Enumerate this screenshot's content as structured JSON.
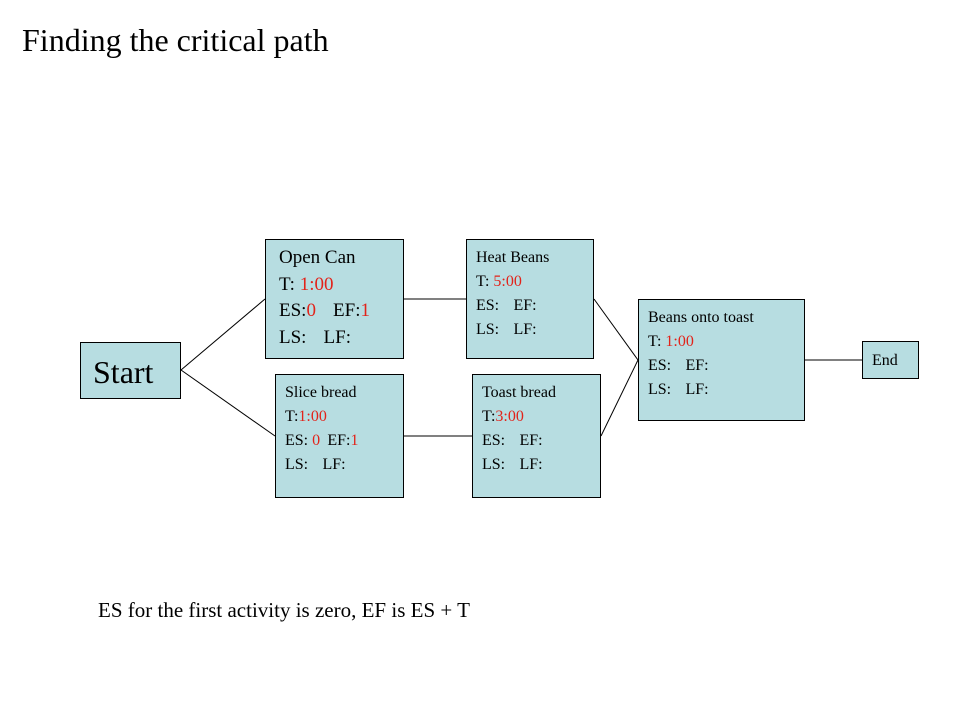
{
  "title": "Finding the critical path",
  "note": "ES for the first activity is zero, EF is ES + T",
  "nodes": {
    "start": {
      "label": "Start"
    },
    "open_can": {
      "name": "Open Can",
      "t_label": "T: ",
      "t_value": "1:00",
      "es_label": "ES:",
      "es_value": "0",
      "ef_label": "EF:",
      "ef_value": "1",
      "ls_label": "LS:",
      "lf_label": "LF:"
    },
    "slice_bread": {
      "name": "Slice bread",
      "t_label": "T:",
      "t_value": "1:00",
      "es_label": "ES: ",
      "es_value": "0",
      "ef_label": "EF:",
      "ef_value": "1",
      "ls_label": "LS:",
      "lf_label": "LF:"
    },
    "heat_beans": {
      "name": "Heat Beans",
      "t_label": "T: ",
      "t_value": "5:00",
      "es_label": "ES:",
      "ef_label": "EF:",
      "ls_label": "LS:",
      "lf_label": "LF:"
    },
    "toast_bread": {
      "name": "Toast bread",
      "t_label": "T:",
      "t_value": "3:00",
      "es_label": "ES:",
      "ef_label": "EF:",
      "ls_label": "LS:",
      "lf_label": "LF:"
    },
    "beans_onto_toast": {
      "name": "Beans onto toast",
      "t_label": "T: ",
      "t_value": "1:00",
      "es_label": "ES:",
      "ef_label": "EF:",
      "ls_label": "LS:",
      "lf_label": "LF:"
    },
    "end": {
      "label": "End"
    }
  },
  "colors": {
    "node_fill": "#b7dde1",
    "highlight": "#e2231a",
    "stroke": "#000000"
  }
}
